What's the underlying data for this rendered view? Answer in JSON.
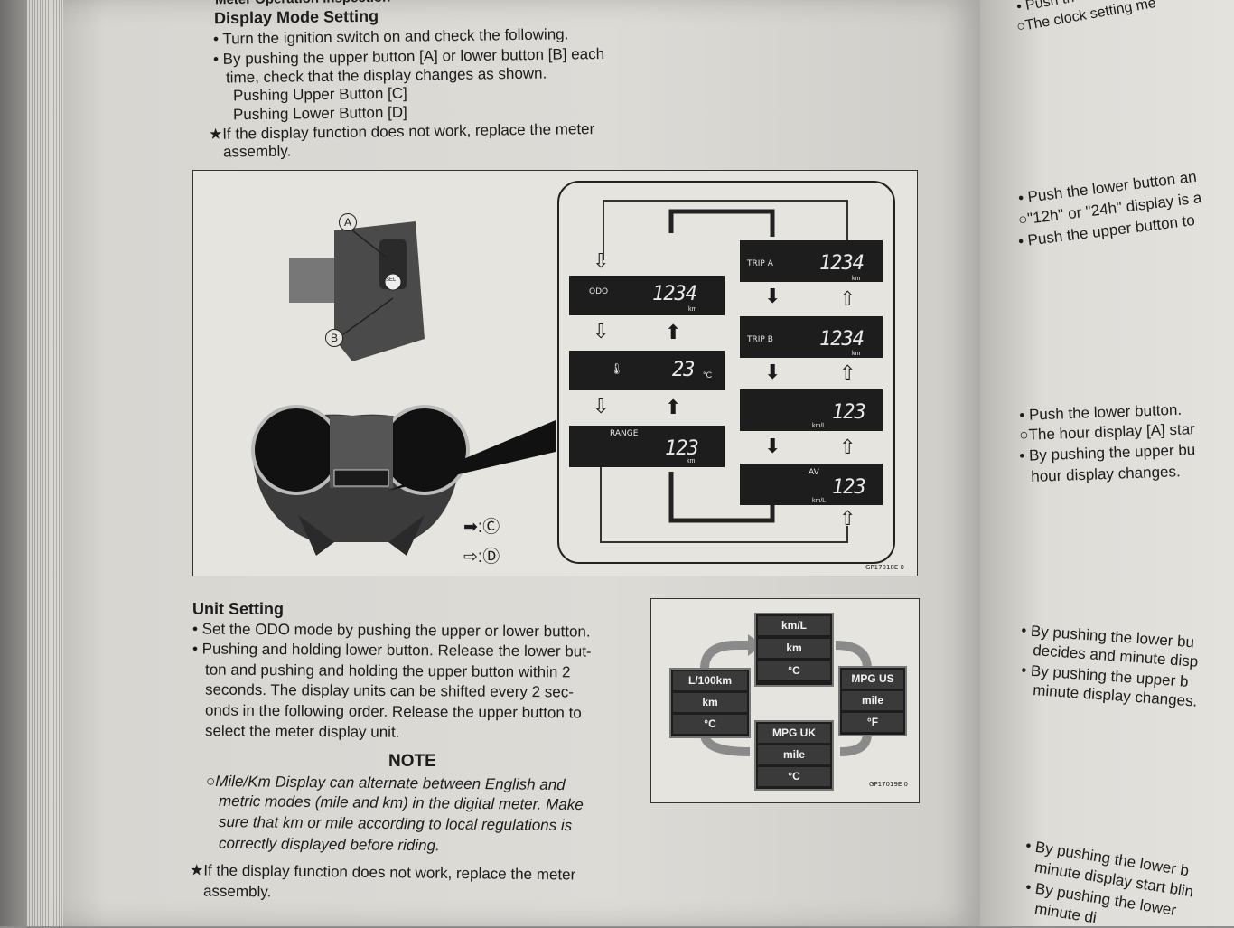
{
  "display_mode": {
    "heading_partial": "Meter Operation Inspection",
    "title": "Display Mode Setting",
    "lines": [
      "• Turn the ignition switch on and check the following.",
      "• By pushing the upper button [A] or lower button [B] each",
      "time, check that the display changes as shown.",
      "Pushing Upper Button [C]",
      "Pushing Lower Button [D]",
      "★If the display function does not work, replace the meter",
      "assembly."
    ]
  },
  "figure1": {
    "label_a": "A",
    "label_b": "B",
    "sel": "SEL",
    "legend_c": "➡:Ⓒ",
    "legend_d": "⇨:Ⓓ",
    "code": "GP17018E  0",
    "displays": {
      "odo": {
        "label": "ODO",
        "value": "1234",
        "unit": "km"
      },
      "temp": {
        "label": "🌡",
        "value": "23",
        "unit": "°C"
      },
      "range": {
        "label": "RANGE",
        "value": "123",
        "unit": "km"
      },
      "trip_a": {
        "label": "TRIP A",
        "value": "1234",
        "unit": "km"
      },
      "trip_b": {
        "label": "TRIP  B",
        "value": "1234",
        "unit": "km"
      },
      "fuel": {
        "label": "km/L",
        "value": "123",
        "unit": ""
      },
      "av": {
        "label": "AV",
        "value": "123",
        "unit": "km/L"
      }
    }
  },
  "unit_setting": {
    "title": "Unit Setting",
    "lines": [
      "• Set the ODO mode by pushing the upper or lower button.",
      "• Pushing and holding lower button. Release the lower but-",
      "ton and pushing and holding the upper button within 2",
      "seconds. The display units can be shifted every 2 sec-",
      "onds in the following order. Release the upper button to",
      "select the meter display unit."
    ],
    "note_title": "NOTE",
    "note_lines": [
      "○Mile/Km Display can alternate between English and",
      "metric modes (mile and km) in the digital meter. Make",
      "sure that km or mile according to local regulations is",
      "correctly displayed before riding."
    ],
    "final_lines": [
      "★If the display function does not work, replace the meter",
      "assembly."
    ]
  },
  "figure2": {
    "code": "GP17019E  0",
    "groups": {
      "top": [
        "km/L",
        "km",
        "°C"
      ],
      "left": [
        "L/100km",
        "km",
        "°C"
      ],
      "right": [
        "MPG US",
        "mile",
        "°F"
      ],
      "bottom": [
        "MPG   UK",
        "mile",
        "°C"
      ]
    }
  },
  "right_page": {
    "lines": [
      "• Push th",
      "○The clock setting me",
      "• Push the lower button an",
      "○\"12h\" or \"24h\" display is a",
      "• Push the upper button to",
      "• Push the lower button.",
      "○The hour display [A] star",
      "• By pushing the upper bu",
      "hour display changes.",
      "• By pushing the lower bu",
      "decides and minute disp",
      "• By pushing the upper b",
      "minute display changes.",
      "• By pushing the lower b",
      "minute display start blin",
      "• By pushing the lower",
      "minute di"
    ]
  }
}
